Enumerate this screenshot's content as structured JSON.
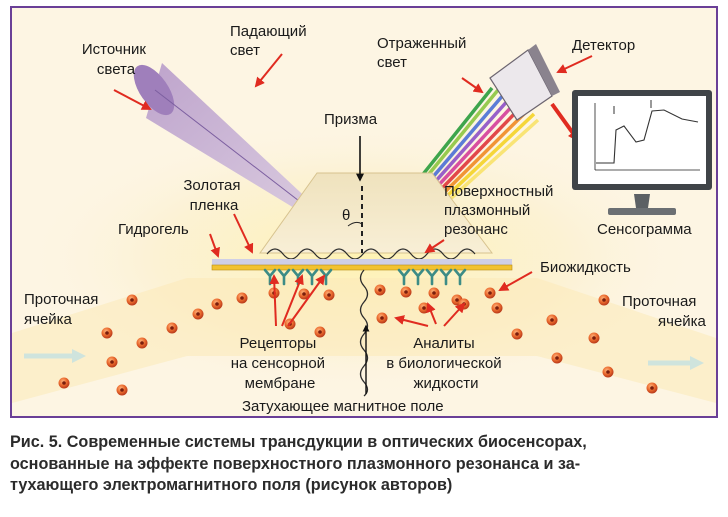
{
  "labels": {
    "light_source": [
      "Источник",
      "света"
    ],
    "incident_light": [
      "Падающий",
      "свет"
    ],
    "reflected_light": [
      "Отраженный",
      "свет"
    ],
    "detector": "Детектор",
    "prism": "Призма",
    "gold_film": [
      "Золотая",
      "пленка"
    ],
    "hydrogel": "Гидрогель",
    "angle_symbol": "θ",
    "spr": [
      "Поверхностный",
      "плазмонный",
      "резонанс"
    ],
    "sensorgram": "Сенсограмма",
    "biofluid": "Биожидкость",
    "flow_cell_left": [
      "Проточная",
      "ячейка"
    ],
    "flow_cell_right": [
      "Проточная",
      "ячейка"
    ],
    "receptors": [
      "Рецепторы",
      "на сенсорной",
      "мембране"
    ],
    "analytes": [
      "Аналиты",
      "в биологической",
      "жидкости"
    ],
    "evanescent_field": "Затухающее магнитное поле"
  },
  "caption": [
    "Рис. 5. Современные системы трансдукции в оптических биосенсорах,",
    "основанные на эффекте поверхностного плазмонного резонанса и за-",
    "тухающего электромагнитного поля (рисунок авторов)"
  ],
  "colors": {
    "background": "#fdf5e3",
    "frame": "#6a3f97",
    "arrow_red": "#e02b20",
    "gold_film": "#f2c230",
    "hydrogel": "#cfcfe6",
    "receptor": "#3c8c86",
    "analyte": "#e8622c",
    "prism": "#f1e3bc"
  }
}
